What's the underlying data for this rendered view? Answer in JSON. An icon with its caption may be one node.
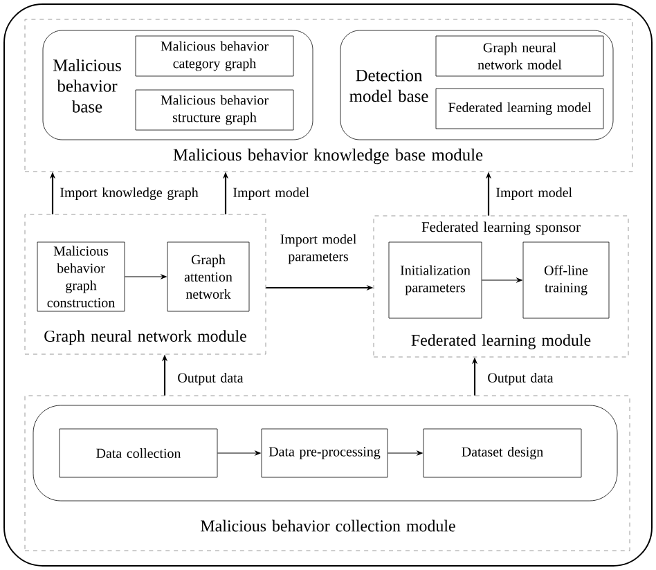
{
  "diagram": {
    "nodes": [
      {
        "text": [
          "Malicious behavior knowledge base module"
        ]
      },
      {
        "text": [
          "Malicious behavior base"
        ],
        "in": 0
      },
      {
        "text": [
          "Malicious behavior category graph"
        ],
        "in": 1
      },
      {
        "text": [
          "Malicious behavior structure graph"
        ],
        "in": 1
      },
      {
        "text": [
          "Detection model base"
        ],
        "in": 0
      },
      {
        "text": [
          "Graph neural network model"
        ],
        "in": 4
      },
      {
        "text": [
          "Federated learning model"
        ],
        "in": 4
      },
      {
        "text": [
          "Graph neural network module"
        ]
      },
      {
        "text": [
          "Malicious behavior graph construction"
        ],
        "in": 7
      },
      {
        "text": [
          "Graph attention network"
        ],
        "in": 7
      },
      {
        "text": [
          "Federated learning sponsor",
          "Federated learning module"
        ]
      },
      {
        "text": [
          "Initialization parameters"
        ],
        "in": 10
      },
      {
        "text": [
          "Off-line training"
        ],
        "in": 10
      },
      {
        "text": [
          "Malicious behavior collection module"
        ]
      },
      {
        "text": [],
        "shape": "box",
        "in": 13
      },
      {
        "text": [
          "Data collection"
        ],
        "in": 14
      },
      {
        "text": [
          "Data pre-processing"
        ],
        "in": 14
      },
      {
        "text": [
          "Dataset design"
        ],
        "in": 14
      }
    ],
    "edges": [
      {
        "from": 7,
        "to": 0,
        "arrow": "to",
        "label": "Import knowledge graph"
      },
      {
        "from": 7,
        "to": 0,
        "arrow": "to",
        "label": "Import model"
      },
      {
        "from": 10,
        "to": 0,
        "arrow": "to",
        "label": "Import model"
      },
      {
        "from": 8,
        "to": 9,
        "arrow": "to"
      },
      {
        "from": 7,
        "to": 10,
        "arrow": "to",
        "label": "Import model parameters"
      },
      {
        "from": 11,
        "to": 12,
        "arrow": "to"
      },
      {
        "from": 13,
        "to": 7,
        "arrow": "to",
        "label": "Output data"
      },
      {
        "from": 13,
        "to": 10,
        "arrow": "to",
        "label": "Output data"
      },
      {
        "from": 15,
        "to": 16,
        "arrow": "to"
      },
      {
        "from": 16,
        "to": 17,
        "arrow": "to"
      }
    ]
  }
}
